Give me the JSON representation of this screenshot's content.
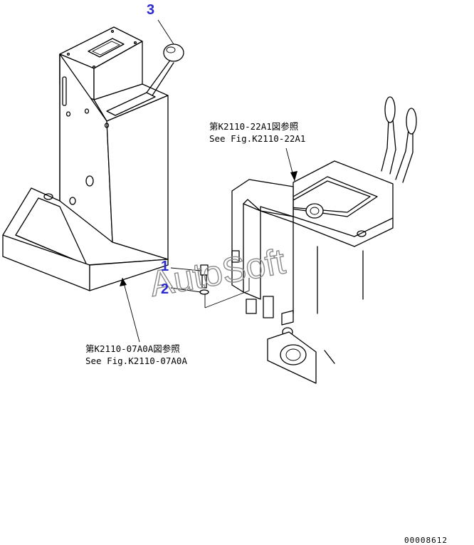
{
  "callouts": [
    {
      "num": "1"
    },
    {
      "num": "2"
    },
    {
      "num": "3"
    }
  ],
  "references": {
    "top_right_jp": "第K2110-22A1図参照",
    "top_right_en": "See Fig.K2110-22A1",
    "bottom_left_jp": "第K2110-07A0A図参照",
    "bottom_left_en": "See Fig.K2110-07A0A"
  },
  "watermark": "AutoSoft",
  "drawing_code": "00008612",
  "colors": {
    "callout": "#2a2ad0",
    "watermark": "#8a8a8a",
    "line": "#000000"
  }
}
